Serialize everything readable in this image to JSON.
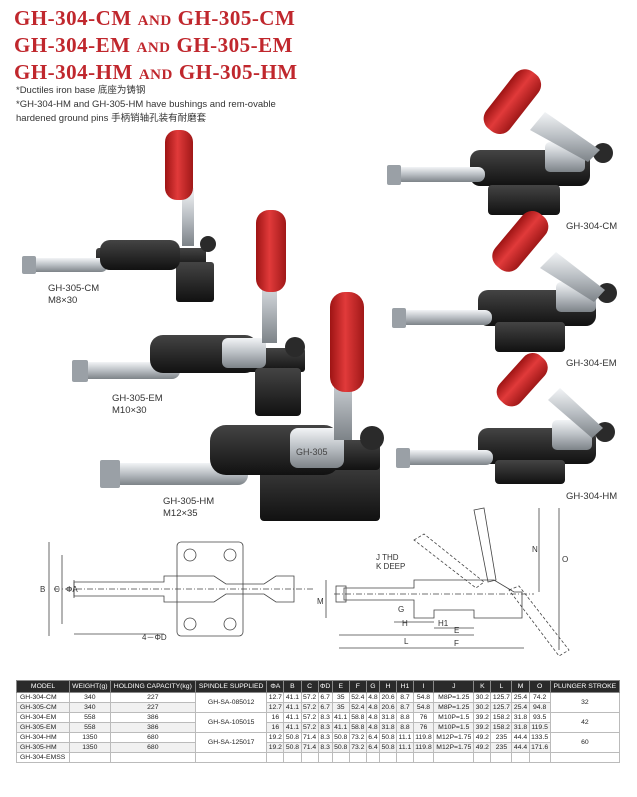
{
  "title": {
    "rows": [
      {
        "left": "GH-304-CM",
        "and": "AND",
        "right": "GH-305-CM"
      },
      {
        "left": "GH-304-EM",
        "and": "AND",
        "right": "GH-305-EM"
      },
      {
        "left": "GH-304-HM",
        "and": "AND",
        "right": "GH-305-HM"
      }
    ]
  },
  "notes": [
    "*Ductiles iron base 底座为铸钢",
    "*GH-304-HM and GH-305-HM have bushings and rem-ovable",
    "hardened ground pins 手柄销轴孔装有耐磨套"
  ],
  "photos": [
    {
      "model": "GH-305-CM",
      "size": "M8×30"
    },
    {
      "model": "GH-305-EM",
      "size": "M10×30"
    },
    {
      "model": "GH-305-HM",
      "size": "M12×35"
    },
    {
      "model": "GH-304-CM",
      "size": ""
    },
    {
      "model": "GH-304-EM",
      "size": ""
    },
    {
      "model": "GH-304-HM",
      "size": ""
    }
  ],
  "photo_text": {
    "spindle_marking": "GH-305"
  },
  "colors": {
    "title_red": "#c0272d",
    "handle_red": "#d62a2a",
    "body_black": "#1f1f1f",
    "steel": "#c8ccd0"
  },
  "drawing_labels": {
    "thd": "J THD",
    "kdeep": "K DEEP",
    "b": "B",
    "c": "C",
    "phi_a": "ΦA",
    "four_phi_d": "4－ΦD",
    "m": "M",
    "h": "H",
    "h1": "H1",
    "g": "G",
    "e": "E",
    "l": "L",
    "f": "F",
    "n": "N",
    "o": "O"
  },
  "table": {
    "headers": [
      "MODEL",
      "WEIGHT(g)",
      "HOLDING CAPACITY(kg)",
      "SPINDLE SUPPLIED",
      "ΦA",
      "B",
      "C",
      "ΦD",
      "E",
      "F",
      "G",
      "H",
      "H1",
      "I",
      "J",
      "K",
      "L",
      "M",
      "O",
      "PLUNGER STROKE"
    ],
    "rows": [
      {
        "model": "GH-304-CM",
        "weight": "340",
        "capacity": "227",
        "vals": [
          "12.7",
          "41.1",
          "57.2",
          "6.7",
          "35",
          "52.4",
          "4.8",
          "20.6",
          "8.7",
          "54.8",
          "M8P=1.25",
          "30.2",
          "125.7",
          "25.4",
          "74.2"
        ]
      },
      {
        "model": "GH-305-CM",
        "weight": "340",
        "capacity": "227",
        "vals": [
          "12.7",
          "41.1",
          "57.2",
          "6.7",
          "35",
          "52.4",
          "4.8",
          "20.6",
          "8.7",
          "54.8",
          "M8P=1.25",
          "30.2",
          "125.7",
          "25.4",
          "94.8"
        ]
      },
      {
        "model": "GH-304-EM",
        "weight": "558",
        "capacity": "386",
        "vals": [
          "16",
          "41.1",
          "57.2",
          "8.3",
          "41.1",
          "58.8",
          "4.8",
          "31.8",
          "8.8",
          "76",
          "M10P=1.5",
          "39.2",
          "158.2",
          "31.8",
          "93.5"
        ]
      },
      {
        "model": "GH-305-EM",
        "weight": "558",
        "capacity": "386",
        "vals": [
          "16",
          "41.1",
          "57.2",
          "8.3",
          "41.1",
          "58.8",
          "4.8",
          "31.8",
          "8.8",
          "76",
          "M10P=1.5",
          "39.2",
          "158.2",
          "31.8",
          "119.5"
        ]
      },
      {
        "model": "GH-304-HM",
        "weight": "1350",
        "capacity": "680",
        "vals": [
          "19.2",
          "50.8",
          "71.4",
          "8.3",
          "50.8",
          "73.2",
          "6.4",
          "50.8",
          "11.1",
          "119.8",
          "M12P=1.75",
          "49.2",
          "235",
          "44.4",
          "133.5"
        ]
      },
      {
        "model": "GH-305-HM",
        "weight": "1350",
        "capacity": "680",
        "vals": [
          "19.2",
          "50.8",
          "71.4",
          "8.3",
          "50.8",
          "73.2",
          "6.4",
          "50.8",
          "11.1",
          "119.8",
          "M12P=1.75",
          "49.2",
          "235",
          "44.4",
          "171.6"
        ]
      },
      {
        "model": "GH-304-EMSS",
        "weight": "",
        "capacity": "",
        "vals": [
          "",
          "",
          "",
          "",
          "",
          "",
          "",
          "",
          "",
          "",
          "",
          "",
          "",
          "",
          ""
        ]
      }
    ],
    "spindles": [
      "GH-SA-085012",
      "GH-SA-105015",
      "GH-SA-125017"
    ],
    "strokes": [
      "32",
      "42",
      "60"
    ]
  }
}
